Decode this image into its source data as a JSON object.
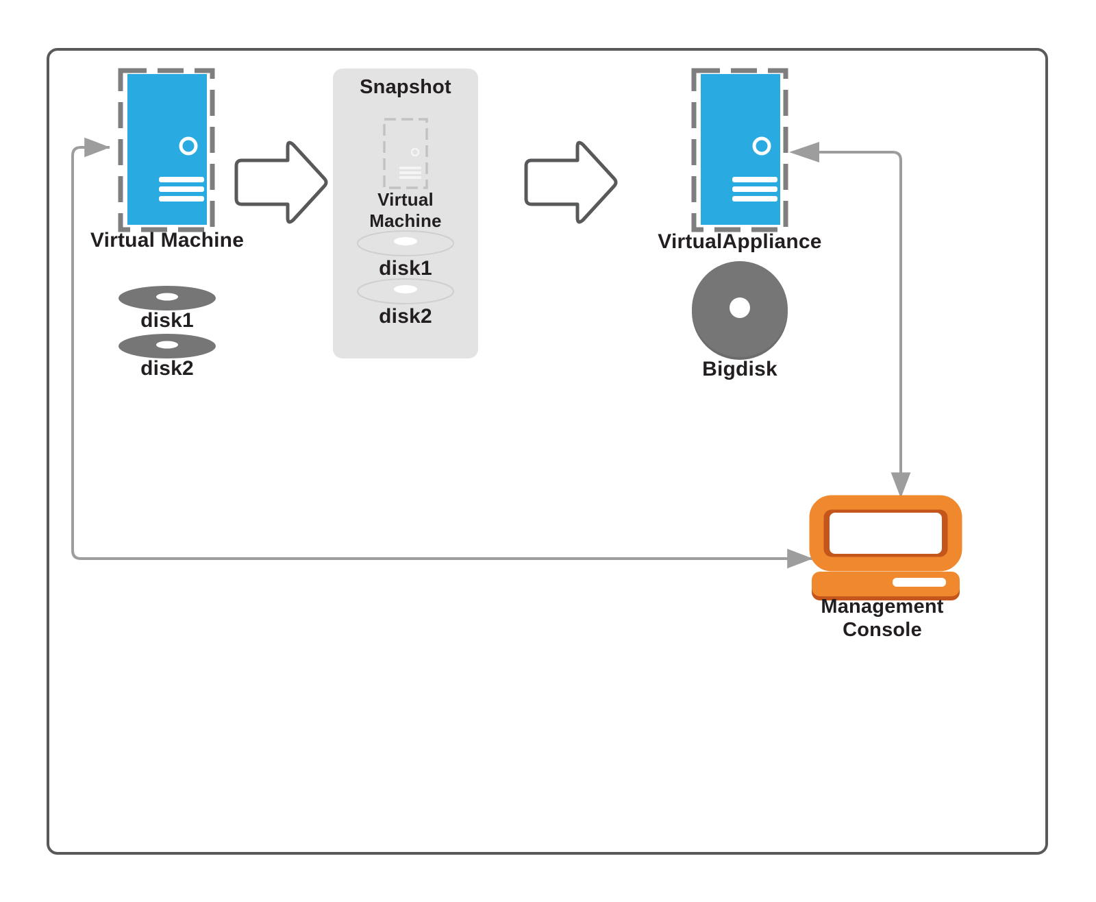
{
  "diagram": {
    "title": "Virtual Machine snapshot to VirtualAppliance workflow",
    "colors": {
      "vm_blue": "#29ABE2",
      "console_orange": "#F0882E",
      "console_orange_shadow": "#C4561C",
      "disk_gray": "#767676",
      "frame_gray": "#58595B",
      "connector_gray": "#9D9D9D",
      "snapshot_panel": "#E3E3E3",
      "label_black": "#231f20",
      "ghost_gray": "#C8C8C8"
    },
    "nodes": {
      "virtual_machine": {
        "label": "Virtual Machine",
        "icon": "virtual-machine-icon",
        "style": "dashed-outline"
      },
      "disk1": {
        "label": "disk1",
        "icon": "disk-icon"
      },
      "disk2": {
        "label": "disk2",
        "icon": "disk-icon"
      },
      "snapshot": {
        "label": "Snapshot",
        "icon": "snapshot-panel",
        "contents": {
          "vm": {
            "label": "Virtual\nMachine",
            "icon": "virtual-machine-ghost-icon"
          },
          "disk1": {
            "label": "disk1",
            "icon": "disk-ghost-icon"
          },
          "disk2": {
            "label": "disk2",
            "icon": "disk-ghost-icon"
          }
        }
      },
      "virtual_appliance": {
        "label": "VirtualAppliance",
        "icon": "virtual-machine-icon",
        "style": "dashed-outline"
      },
      "bigdisk": {
        "label": "Bigdisk",
        "icon": "big-disk-icon"
      },
      "management_console": {
        "label": "Management\nConsole",
        "icon": "management-console-icon"
      }
    },
    "connectors": [
      {
        "name": "vm-to-snapshot-arrow",
        "kind": "block-arrow",
        "direction": "right",
        "from": "virtual_machine",
        "to": "snapshot"
      },
      {
        "name": "snapshot-to-appliance-arrow",
        "kind": "block-arrow",
        "direction": "right",
        "from": "snapshot",
        "to": "virtual_appliance"
      },
      {
        "name": "appliance-to-console-line",
        "kind": "elbow-line",
        "direction": "down",
        "from": "virtual_appliance",
        "to": "management_console"
      },
      {
        "name": "console-to-vm-line",
        "kind": "elbow-line",
        "direction": "left-up",
        "from": "management_console",
        "to": "virtual_machine"
      }
    ]
  }
}
